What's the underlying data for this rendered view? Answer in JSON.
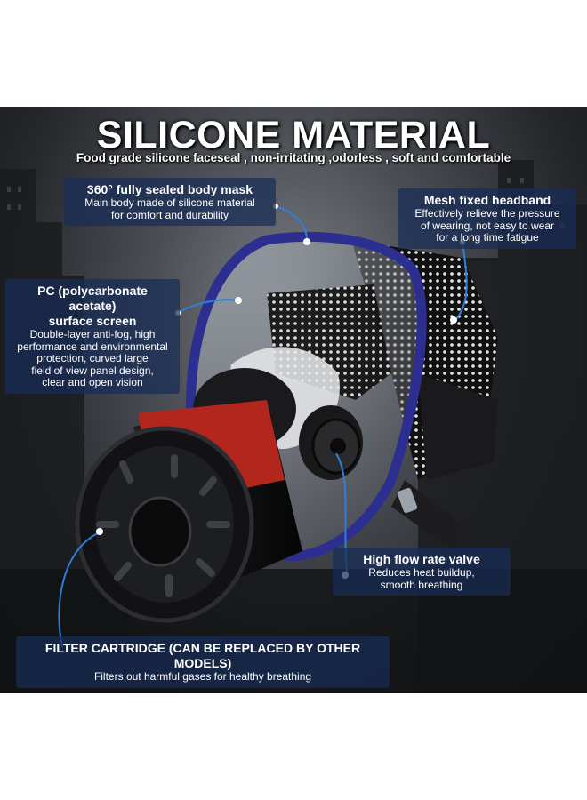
{
  "title": "SILICONE MATERIAL",
  "subtitle": "Food grade silicone faceseal , non-irritating ,odorless , soft and comfortable",
  "callouts": {
    "body_mask": {
      "heading": "360° fully sealed body mask",
      "line1": "Main body made of silicone material",
      "line2": "for comfort and durability"
    },
    "headband": {
      "heading": "Mesh fixed headband",
      "line1": "Effectively relieve the pressure",
      "line2": "of wearing, not easy to wear",
      "line3": "for a long time fatigue"
    },
    "pc_screen": {
      "heading1": "PC (polycarbonate acetate)",
      "heading2": "surface screen",
      "line1": "Double-layer anti-fog, high",
      "line2": "performance and environmental",
      "line3": "protection, curved large",
      "line4": "field of view panel design,",
      "line5": "clear and open vision"
    },
    "valve": {
      "heading": "High flow rate valve",
      "line1": "Reduces heat buildup,",
      "line2": "smooth breathing"
    },
    "cartridge": {
      "heading": "FILTER CARTRIDGE (CAN BE REPLACED BY OTHER MODELS)",
      "line1": "Filters out harmful gases for healthy breathing"
    }
  },
  "colors": {
    "callout_bg": "#182c58",
    "mask_frame": "#2c2f8f",
    "cartridge_band": "#b3261e",
    "leader_line": "#2f7fd8"
  }
}
